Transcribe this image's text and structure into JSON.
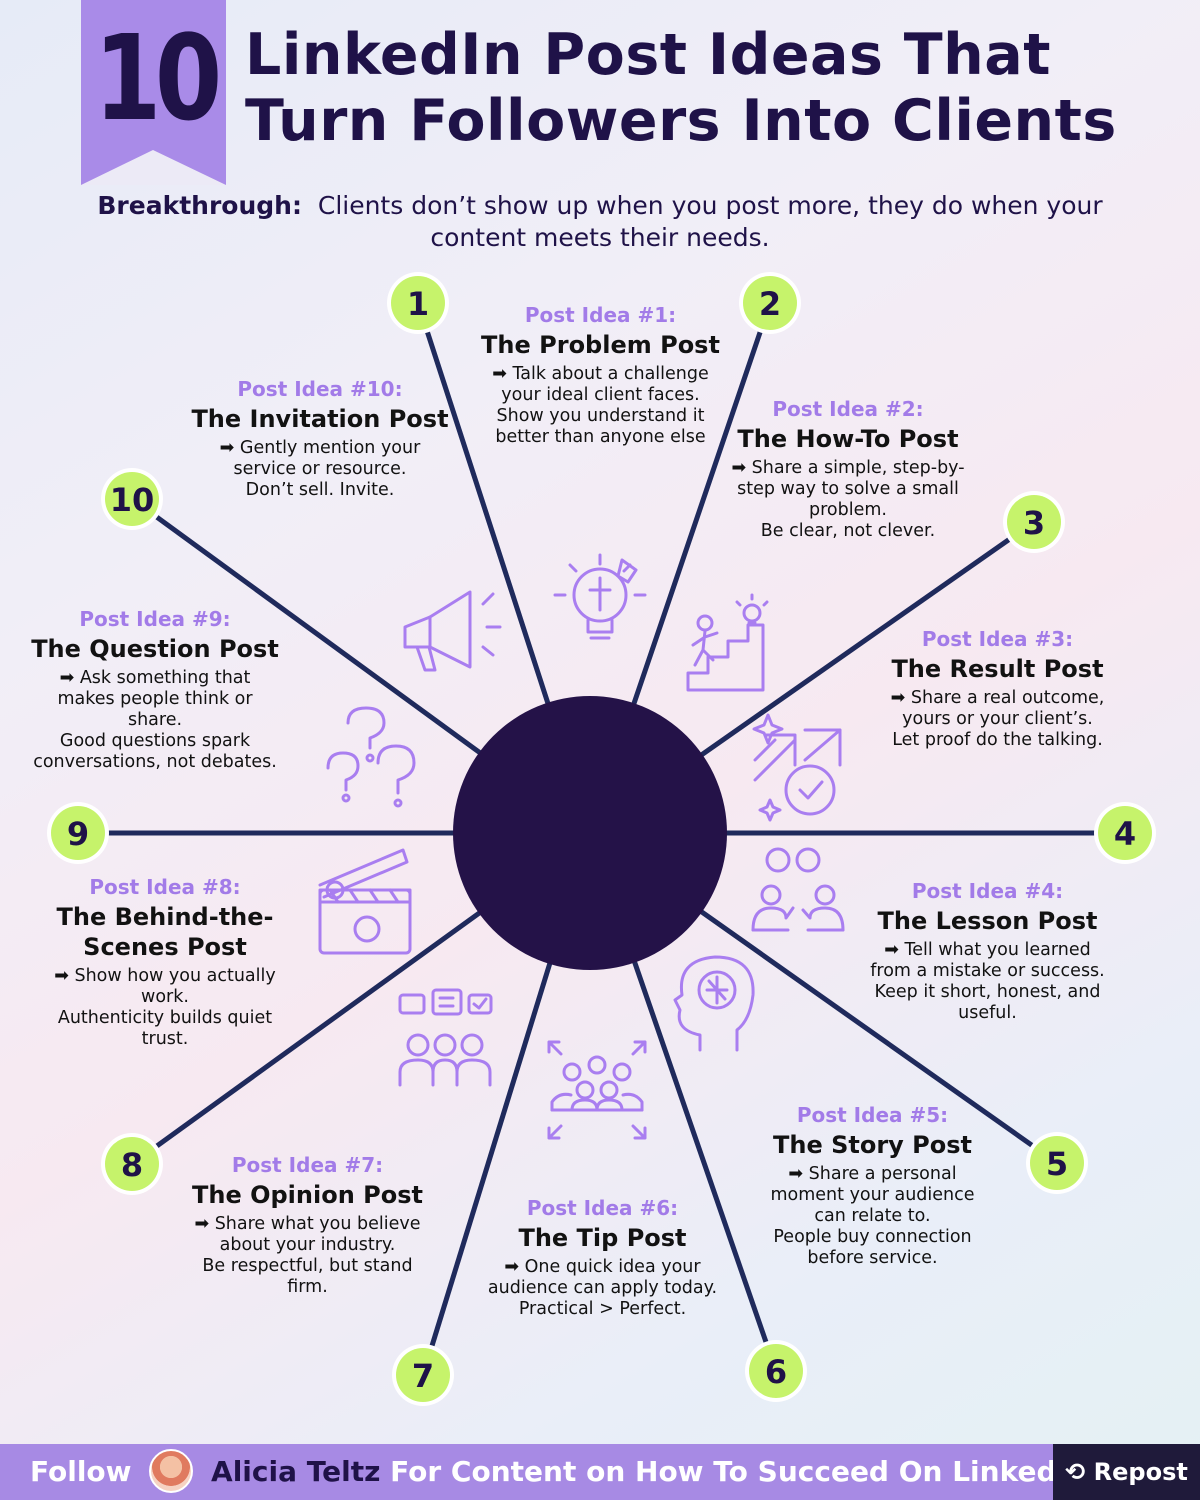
{
  "header": {
    "number": "10",
    "title_line1": "LinkedIn Post Ideas That",
    "title_line2": "Turn Followers Into Clients"
  },
  "subtitle": {
    "label": "Breakthrough:",
    "text": "Clients don’t show up when you post more, they do when your content meets their needs."
  },
  "ideas": [
    {
      "num": "1",
      "kicker": "Post Idea #1:",
      "title": "The Problem Post",
      "desc": "➡ Talk about a challenge\nyour ideal client faces.\nShow you understand it\nbetter than anyone else"
    },
    {
      "num": "2",
      "kicker": "Post Idea #2:",
      "title": "The How-To Post",
      "desc": "➡ Share a simple, step-by-\nstep way to solve a small\nproblem.\nBe clear, not clever."
    },
    {
      "num": "3",
      "kicker": "Post Idea #3:",
      "title": "The Result Post",
      "desc": "➡ Share a real outcome,\nyours or your client’s.\nLet proof do the talking."
    },
    {
      "num": "4",
      "kicker": "Post Idea #4:",
      "title": "The Lesson Post",
      "desc": "➡ Tell what you learned\nfrom a mistake or success.\nKeep it short, honest, and\nuseful."
    },
    {
      "num": "5",
      "kicker": "Post Idea #5:",
      "title": "The Story Post",
      "desc": "➡ Share a personal\nmoment your audience\ncan relate to.\nPeople buy connection\nbefore service."
    },
    {
      "num": "6",
      "kicker": "Post Idea #6:",
      "title": "The Tip Post",
      "desc": "➡ One quick idea your\naudience can apply today.\nPractical > Perfect."
    },
    {
      "num": "7",
      "kicker": "Post Idea #7:",
      "title": "The Opinion Post",
      "desc": "➡ Share what you believe\nabout your industry.\nBe respectful, but stand\nfirm."
    },
    {
      "num": "8",
      "kicker": "Post Idea #8:",
      "title": "The Behind-the-\nScenes Post",
      "desc": "➡ Show how you actually\nwork.\nAuthenticity builds quiet\ntrust."
    },
    {
      "num": "9",
      "kicker": "Post Idea #9:",
      "title": "The Question Post",
      "desc": "➡ Ask something that\nmakes people think or\nshare.\nGood questions spark\nconversations, not debates."
    },
    {
      "num": "10",
      "kicker": "Post Idea #10:",
      "title": "The Invitation Post",
      "desc": "➡ Gently mention your\nservice or resource.\nDon’t sell. Invite."
    }
  ],
  "icons": [
    "puzzle-lightbulb-icon",
    "stairs-climber-icon",
    "growth-checkmark-icon",
    "discussion-people-icon",
    "brain-head-icon",
    "audience-expand-icon",
    "feedback-group-icon",
    "clapperboard-icon",
    "question-marks-icon",
    "megaphone-icon"
  ],
  "footer": {
    "follow": "Follow",
    "name": "Alicia Teltz",
    "rest": "For Content on How To Succeed On LinkedIn",
    "repost": "Repost"
  },
  "colors": {
    "navy": "#1f1248",
    "accent": "#a98be8",
    "badge": "#c6f36b",
    "spoke": "#1f2a5c"
  }
}
